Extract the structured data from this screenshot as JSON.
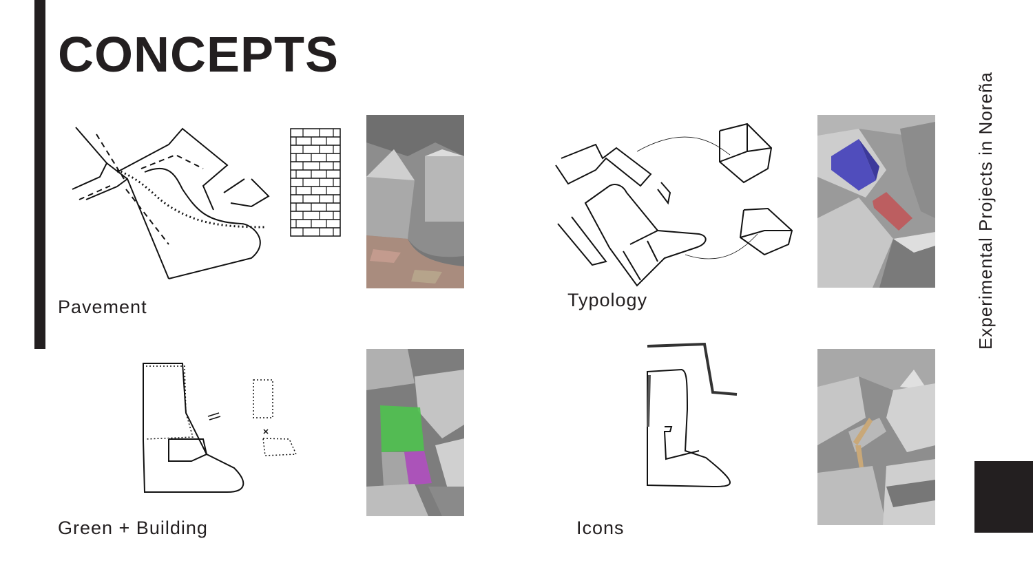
{
  "slide": {
    "title": "CONCEPTS",
    "side_title": "Experimental Projects in Noreña"
  },
  "concepts": [
    {
      "label": "Pavement"
    },
    {
      "label": "Typology"
    },
    {
      "label": "Green + Building"
    },
    {
      "label": "Icons"
    }
  ],
  "colors": {
    "dark": "#231f20",
    "highlight_blue": "#3a36b8",
    "highlight_red": "#c0585a",
    "highlight_green": "#4fc24f",
    "highlight_purple": "#b04fc0"
  }
}
